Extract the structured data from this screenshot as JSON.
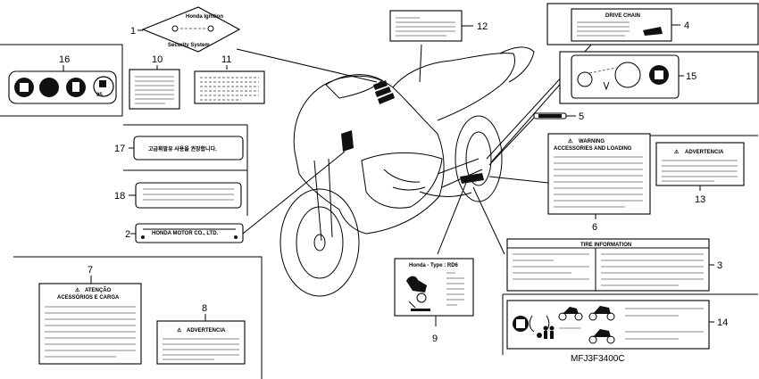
{
  "callouts": {
    "c1": "1",
    "c2": "2",
    "c3": "3",
    "c4": "4",
    "c5": "5",
    "c6": "6",
    "c7": "7",
    "c8": "8",
    "c9": "9",
    "c10": "10",
    "c11": "11",
    "c12": "12",
    "c13": "13",
    "c14": "14",
    "c15": "15",
    "c16": "16",
    "c17": "17",
    "c18": "18"
  },
  "labels": {
    "ignition_top": "Honda Ignition",
    "ignition_bottom": "Security System",
    "drive_chain": "DRIVE CHAIN",
    "warning_title": "WARNING",
    "warning_sub": "ACCESSORIES AND LOADING",
    "advertencia": "ADVERTENCIA",
    "atencao_title": "ATENÇÃO",
    "atencao_sub": "ACESSÓRIOS E CARGA",
    "korean": "고급휘발유 사용을 권장합니다.",
    "honda_motor": "HONDA MOTOR CO., LTD.",
    "tire_info": "TIRE INFORMATION",
    "honda_type": "Honda - Type : RD6",
    "fuel_95": "95"
  },
  "diagram_code": "MFJ3F3400C",
  "colors": {
    "line": "#000000",
    "fill": "#ffffff",
    "icon": "#111111"
  }
}
